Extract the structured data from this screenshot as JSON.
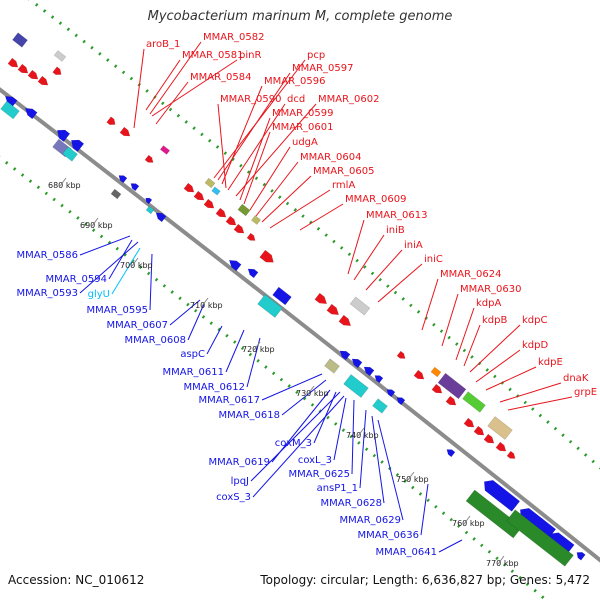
{
  "title": "Mycobacterium marinum M, complete genome",
  "footer": {
    "accession": "Accession: NC_010612",
    "topology": "Topology: circular; Length: 6,636,827 bp; Genes: 5,472"
  },
  "colors": {
    "forward_gene": "#e8141b",
    "reverse_gene": "#1414e6",
    "highlight_reverse": "#00bfff",
    "backbone": "#8c8c8c",
    "dotted_track": "#2a9a2a"
  },
  "ticks": [
    "680 kbp",
    "690 kbp",
    "700 kbp",
    "710 kbp",
    "720 kbp",
    "730 kbp",
    "740 kbp",
    "750 kbp",
    "760 kbp",
    "770 kbp"
  ],
  "forward_labels": [
    "aroB_1",
    "MMAR_0582",
    "MMAR_0581",
    "pinR",
    "MMAR_0584",
    "pcp",
    "MMAR_0597",
    "MMAR_0596",
    "MMAR_0590",
    "dcd",
    "MMAR_0602",
    "MMAR_0599",
    "MMAR_0601",
    "udgA",
    "MMAR_0604",
    "MMAR_0605",
    "rmlA",
    "MMAR_0609",
    "MMAR_0613",
    "iniB",
    "iniA",
    "iniC",
    "MMAR_0624",
    "MMAR_0630",
    "kdpA",
    "kdpB",
    "kdpC",
    "kdpD",
    "kdpE",
    "dnaK",
    "grpE"
  ],
  "reverse_labels": [
    "MMAR_0586",
    "MMAR_0594",
    "MMAR_0593",
    "glyU",
    "MMAR_0595",
    "MMAR_0607",
    "MMAR_0608",
    "aspC",
    "MMAR_0611",
    "MMAR_0612",
    "MMAR_0617",
    "MMAR_0618",
    "coxM_3",
    "coxL_3",
    "MMAR_0619",
    "MMAR_0625",
    "lpqJ",
    "ansP1_1",
    "coxS_3",
    "MMAR_0628",
    "MMAR_0629",
    "MMAR_0636",
    "MMAR_0641"
  ]
}
